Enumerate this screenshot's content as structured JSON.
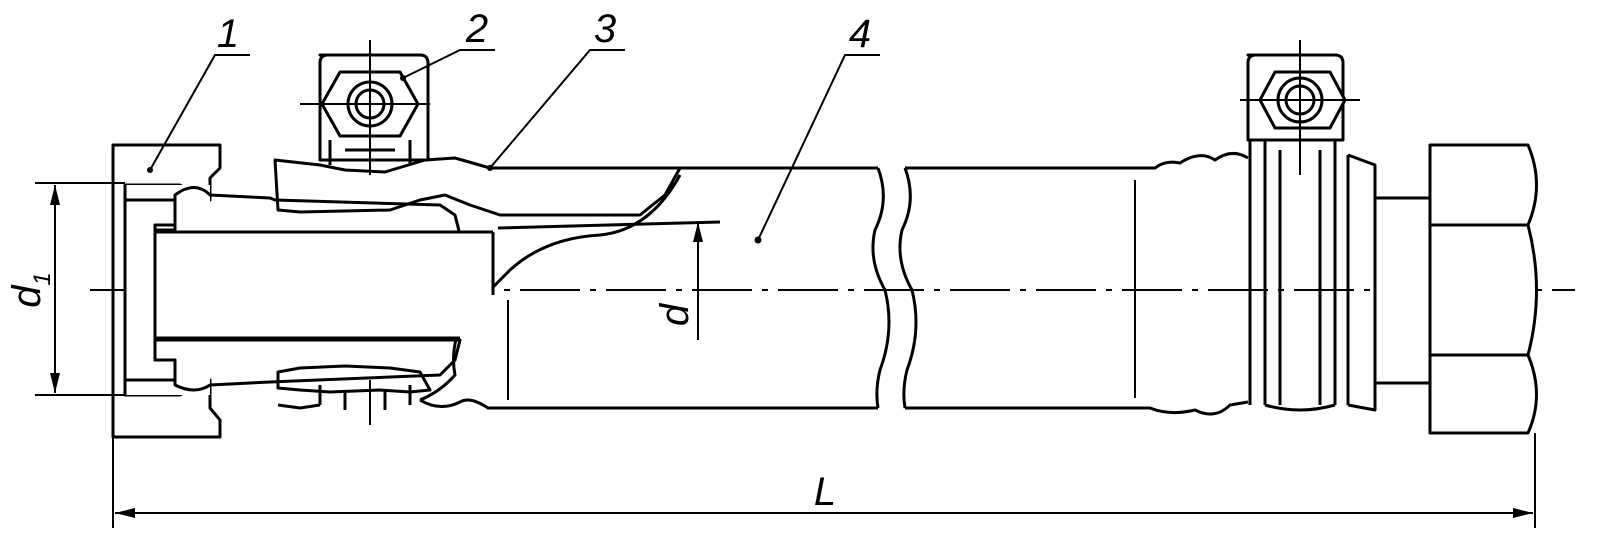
{
  "diagram": {
    "callouts": [
      {
        "id": "1",
        "label": "1"
      },
      {
        "id": "2",
        "label": "2"
      },
      {
        "id": "3",
        "label": "3"
      },
      {
        "id": "4",
        "label": "4"
      }
    ],
    "dimensions": {
      "outer_diameter": {
        "symbol": "d",
        "subscript": "1"
      },
      "inner_diameter": {
        "symbol": "d"
      },
      "length": {
        "symbol": "L"
      }
    }
  }
}
